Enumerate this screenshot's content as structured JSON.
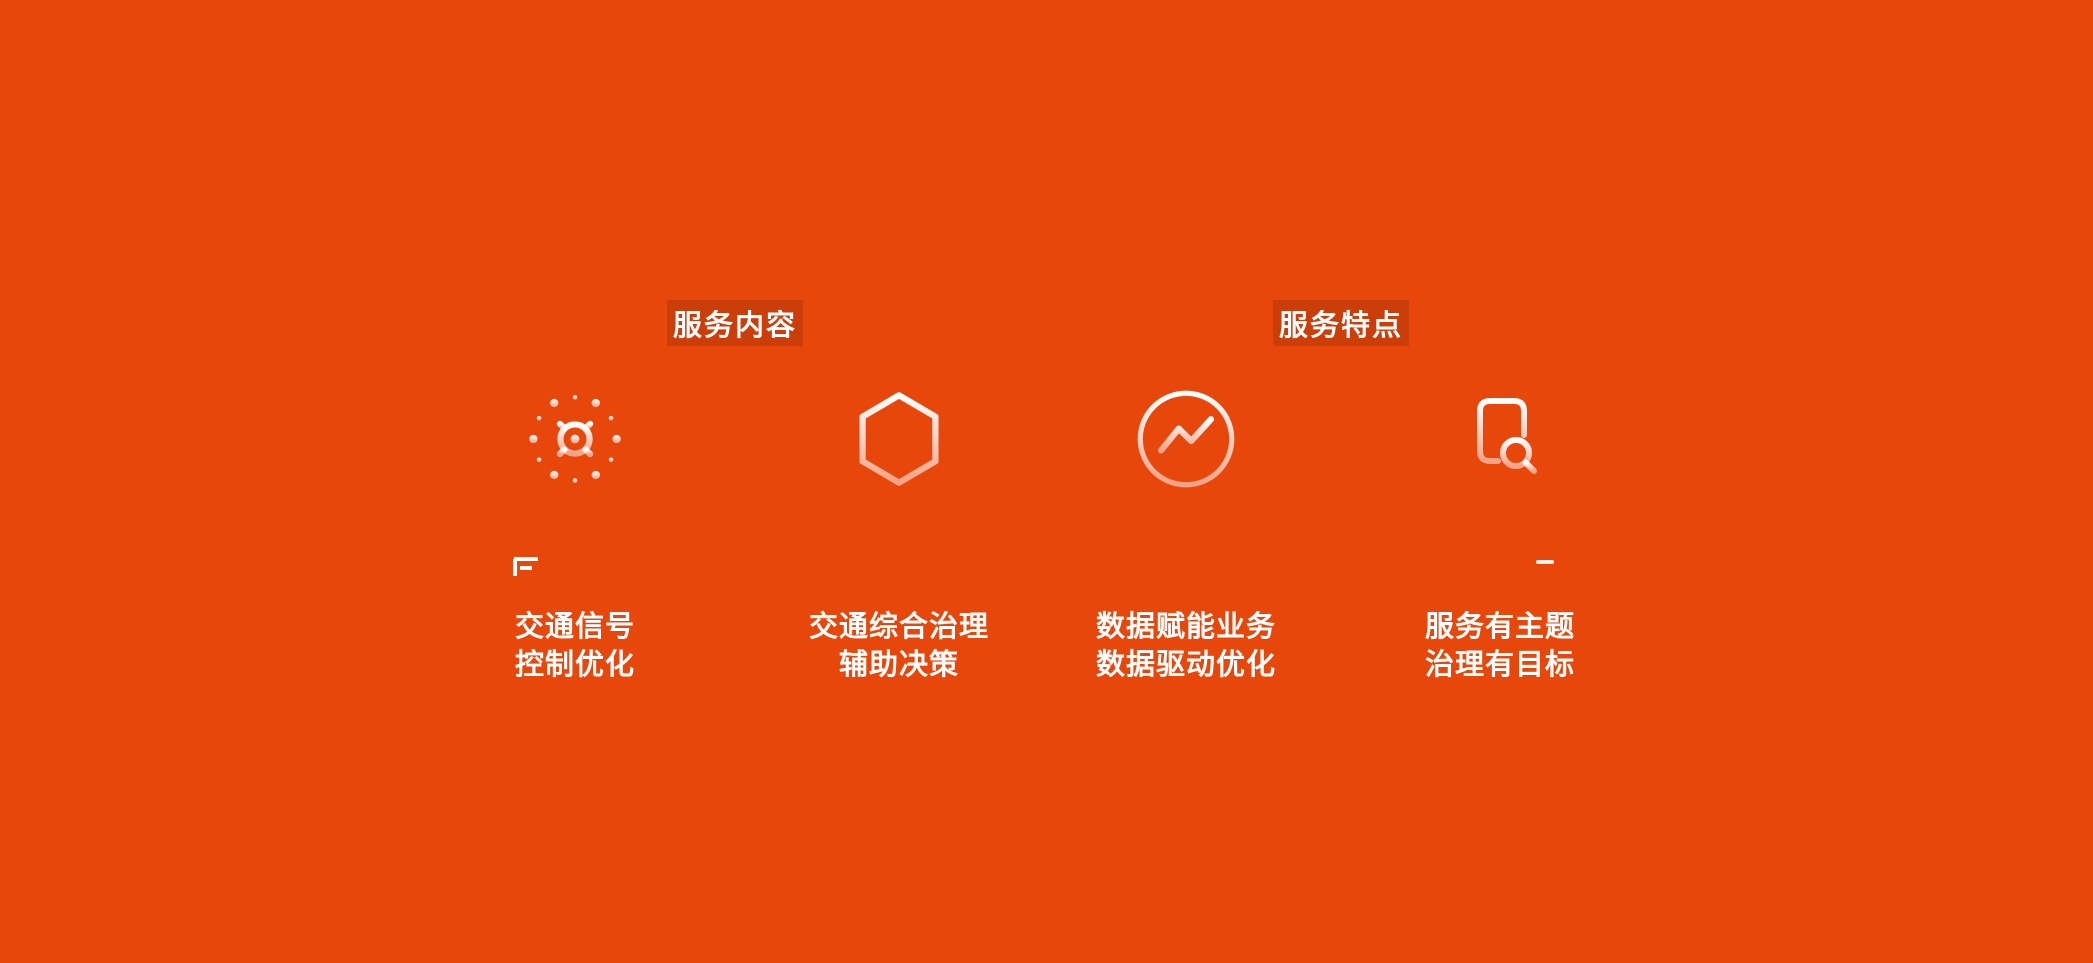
{
  "theme": {
    "background": "#e8470c",
    "text_color": "#ffffff",
    "icon_color_top": "#ffffff",
    "icon_color_bottom": "rgba(255,255,255,0.5)"
  },
  "headers": [
    {
      "label": "服务内容"
    },
    {
      "label": "服务特点"
    }
  ],
  "features": [
    {
      "icon": "gear-network-icon",
      "line1": "交通信号",
      "line2": "控制优化"
    },
    {
      "icon": "hexagon-bar-chart-icon",
      "line1": "交通综合治理",
      "line2": "辅助决策"
    },
    {
      "icon": "trend-line-circle-icon",
      "line1": "数据赋能业务",
      "line2": "数据驱动优化"
    },
    {
      "icon": "document-search-icon",
      "line1": "服务有主题",
      "line2": "治理有目标"
    }
  ]
}
